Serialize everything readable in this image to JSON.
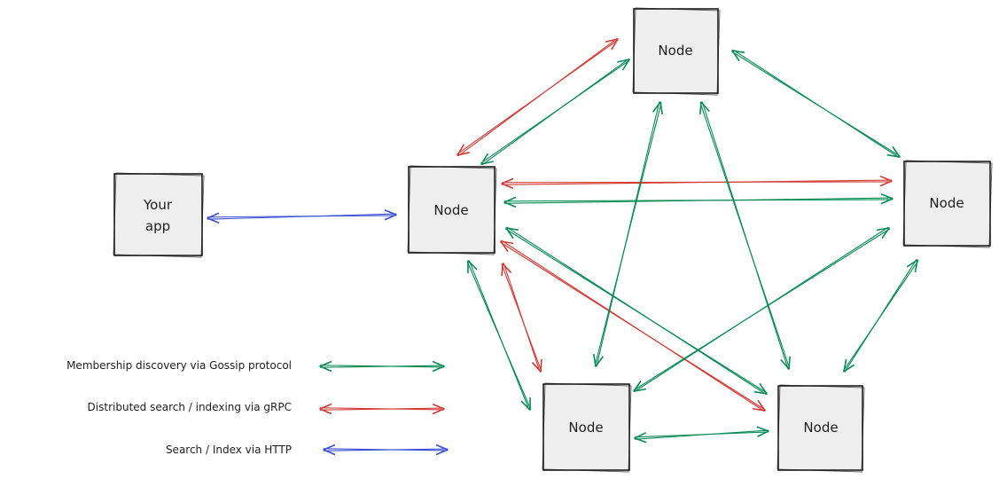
{
  "colors": {
    "gossip": "#0a8a55",
    "grpc": "#d33a34",
    "http": "#3b4fd6"
  },
  "nodes": {
    "app": {
      "line1": "Your",
      "line2": "app"
    },
    "center": "Node",
    "top": "Node",
    "right": "Node",
    "bottom_left": "Node",
    "bottom_right": "Node"
  },
  "legend": {
    "gossip": "Membership discovery via Gossip protocol",
    "grpc": "Distributed search / indexing via gRPC",
    "http": "Search / Index via HTTP"
  }
}
